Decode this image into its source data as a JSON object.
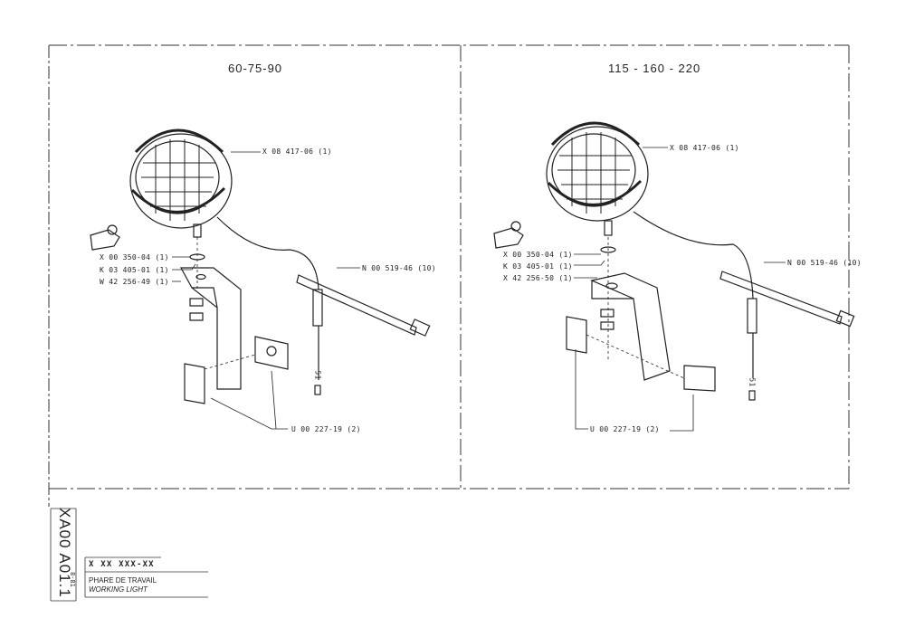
{
  "panels": [
    {
      "title": "60-75-90",
      "labels": {
        "lamp": "X 08 417-06 (1)",
        "washer": "X 00 350-04 (1)",
        "nut": "K 03 405-01 (1)",
        "bracket": "W 42 256-49 (1)",
        "cable_tie": "N 00 519-46 (10)",
        "plates": "U 00 227-19 (2)",
        "connector": "51"
      }
    },
    {
      "title": "115 - 160 - 220",
      "labels": {
        "lamp": "X 08 417-06 (1)",
        "washer": "X 00 350-04 (1)",
        "nut": "K 03 405-01 (1)",
        "bracket": "X 42 256-50 (1)",
        "cable_tie": "N 00 519-46 (10)",
        "plates": "U 00 227-19 (2)",
        "connector": "51"
      }
    }
  ],
  "title_block": {
    "code": "XA00 A01.1",
    "date": "8-81",
    "reference": "X XX XXX-XX",
    "name_fr": "PHARE DE TRAVAIL",
    "name_en": "WORKING LIGHT"
  }
}
